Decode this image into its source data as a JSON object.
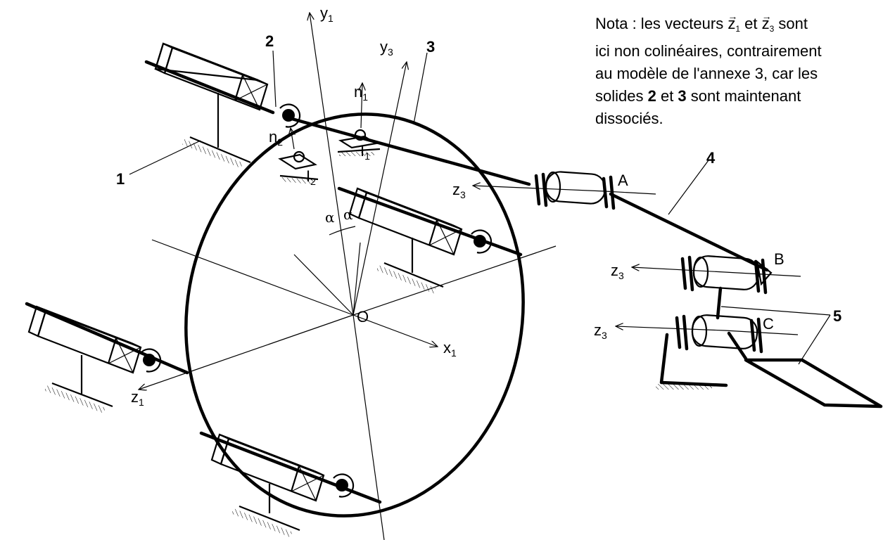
{
  "note": {
    "line1_a": "Nota : les vecteurs ",
    "z1": "z",
    "z1_sub": "1",
    "mid": " et ",
    "z3": "z",
    "z3_sub": "3",
    "line1_b": " sont",
    "line2": "ici non colinéaires, contrairement",
    "line3": "au modèle de l'annexe 3, car les",
    "line4_a": "solides ",
    "solid2": "2",
    "line4_mid": " et ",
    "solid3": "3",
    "line4_b": " sont maintenant",
    "line5": "dissociés."
  },
  "labels": {
    "part1": "1",
    "part2": "2",
    "part3": "3",
    "part4": "4",
    "part5": "5",
    "y1": "y",
    "y1_sub": "1",
    "y3": "y",
    "y3_sub": "3",
    "n1": "n",
    "n1_sub": "1",
    "n2": "n",
    "n2_sub": "2",
    "I1": "I",
    "I1_sub": "1",
    "I2": "I",
    "I2_sub": "2",
    "x1": "x",
    "x1_sub": "1",
    "z1": "z",
    "z1_sub": "1",
    "z3_A": "z",
    "z3_A_sub": "3",
    "z3_B": "z",
    "z3_B_sub": "3",
    "z3_C": "z",
    "z3_C_sub": "3",
    "A": "A",
    "B": "B",
    "C": "C",
    "O": "O",
    "alpha_left": "α",
    "alpha_right": "α"
  }
}
